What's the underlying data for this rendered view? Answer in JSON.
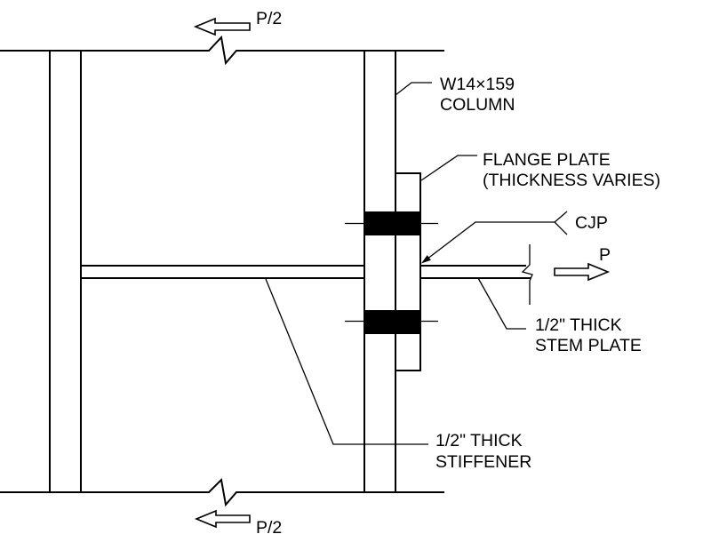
{
  "diagram": {
    "description": "Structural steel moment connection detail drawing",
    "labels": {
      "load_top": "P/2",
      "load_bottom": "P/2",
      "load_right": "P",
      "column_line1": "W14×159",
      "column_line2": "COLUMN",
      "flange_plate_line1": "FLANGE PLATE",
      "flange_plate_line2": "(THICKNESS VARIES)",
      "weld_callout": "CJP",
      "stem_plate_line1": "1/2\" THICK",
      "stem_plate_line2": "STEM PLATE",
      "stiffener_line1": "1/2\" THICK",
      "stiffener_line2": "STIFFENER"
    },
    "colors": {
      "line": "#000000",
      "background": "#ffffff",
      "weld_fill": "#000000"
    }
  }
}
